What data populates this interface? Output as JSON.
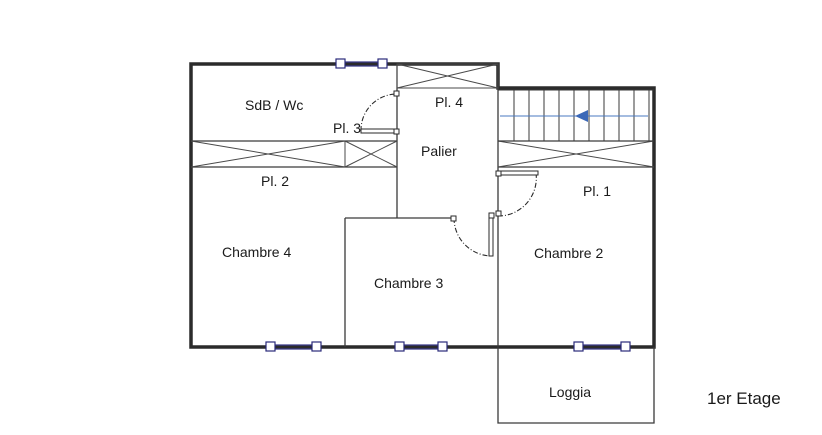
{
  "plan": {
    "floor_title": "1er Etage",
    "rooms": {
      "sdb_wc": "SdB / Wc",
      "pl4": "Pl. 4",
      "pl3": "Pl. 3",
      "palier": "Palier",
      "pl2": "Pl. 2",
      "pl1": "Pl. 1",
      "chambre4": "Chambre 4",
      "chambre3": "Chambre 3",
      "chambre2": "Chambre 2",
      "loggia": "Loggia"
    },
    "colors": {
      "wall": "#2b2b2b",
      "window": "#2a2a7a",
      "stair_arrow": "#3b68b8"
    }
  }
}
